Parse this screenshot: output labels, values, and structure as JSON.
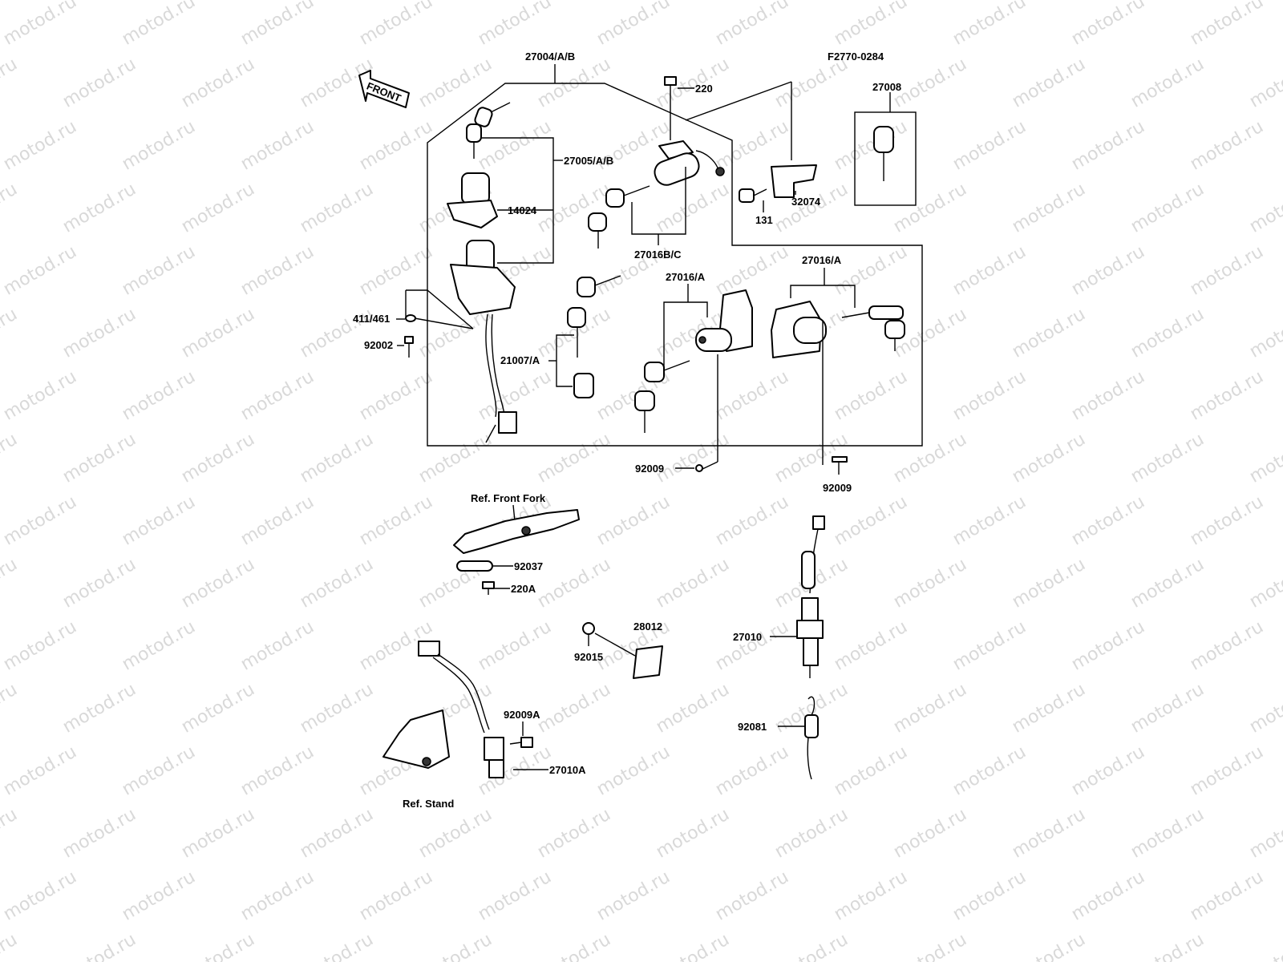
{
  "diagram_code": "F2770-0284",
  "front_arrow": "FRONT",
  "watermark": "motod.ru",
  "labels": {
    "p27004": "27004/A/B",
    "p220": "220",
    "p27008": "27008",
    "p27005": "27005/A/B",
    "p14024": "14024",
    "p32074": "32074",
    "p131": "131",
    "p27016bc": "27016B/C",
    "p27016a_left": "27016/A",
    "p27016a_right": "27016/A",
    "p411": "411/461",
    "p92002": "92002",
    "p21007": "21007/A",
    "p92009_left": "92009",
    "p92009_right": "92009",
    "ref_front_fork": "Ref. Front Fork",
    "p92037": "92037",
    "p220a": "220A",
    "p28012": "28012",
    "p92015": "92015",
    "p27010": "27010",
    "p92009a": "92009A",
    "p27010a": "27010A",
    "p92081": "92081",
    "ref_stand": "Ref. Stand"
  }
}
